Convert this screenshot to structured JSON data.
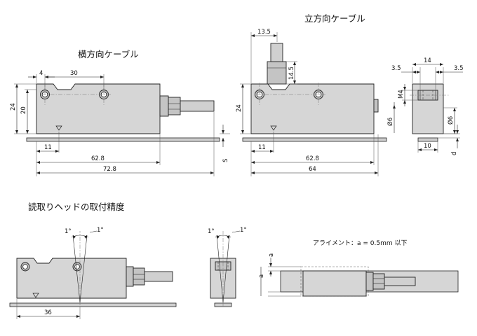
{
  "titles": {
    "horizontal_cable": "横方向ケーブル",
    "vertical_cable": "立方向ケーブル",
    "mounting_accuracy": "読取りヘッドの取付精度"
  },
  "dims_horizontal": {
    "hole_offset": "4",
    "hole_pitch": "30",
    "height_24": "24",
    "height_20": "20",
    "dim_11": "11",
    "dim_62_8": "62.8",
    "dim_72_8": "72.8",
    "gap_s": "S"
  },
  "dims_vertical": {
    "dim_13_5": "13.5",
    "dim_14_5": "14.5",
    "height_24": "24",
    "dim_11": "11",
    "dim_62_8": "62.8",
    "dim_64": "64"
  },
  "dims_end_view": {
    "dim_3_5_left": "3.5",
    "dim_14": "14",
    "dim_3_5_right": "3.5",
    "thread": "M4",
    "dia_left": "Ø6",
    "dia_right": "Ø6",
    "dim_10": "10",
    "gap_d": "d"
  },
  "accuracy": {
    "angle_1": "1°",
    "angle_2": "1°",
    "angle_3": "1°",
    "angle_4": "1°",
    "dim_36": "36",
    "alignment_text": "アライメント：a = 0.5mm 以下",
    "label_a1": "a",
    "label_a2": "a"
  }
}
